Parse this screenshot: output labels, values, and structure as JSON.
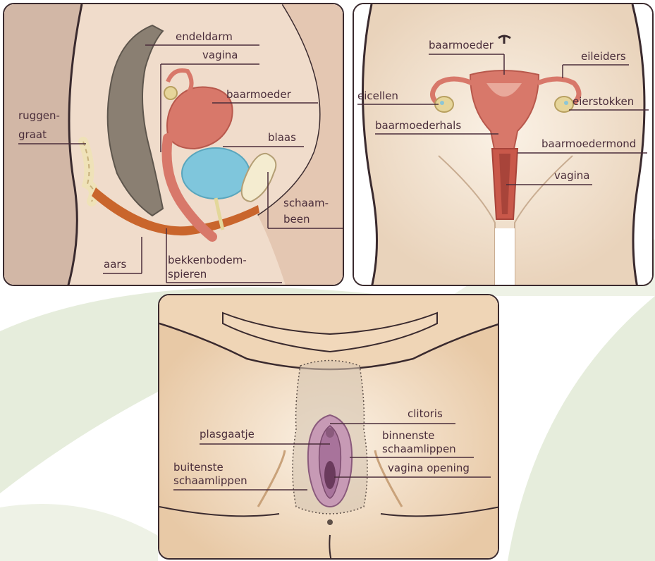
{
  "colors": {
    "leaf": "#e6eddc",
    "skin": "#e8c9a6",
    "skin_light": "#f6e7d4",
    "text": "#4a2d3a",
    "uterus": "#d8786a",
    "bladder": "#7fc6dc",
    "rectum": "#8a7f72",
    "muscle": "#c9652c",
    "labia": "#b37fa4"
  },
  "side_view": {
    "labels": {
      "endeldarm": "endeldarm",
      "vagina": "vagina",
      "baarmoeder": "baarmoeder",
      "ruggengraat_1": "ruggen-",
      "ruggengraat_2": "graat",
      "blaas": "blaas",
      "schaambeen_1": "schaam-",
      "schaambeen_2": "been",
      "aars": "aars",
      "bekkenbodem_1": "bekkenbodem-",
      "bekkenbodem_2": "spieren"
    }
  },
  "front_view": {
    "labels": {
      "baarmoeder": "baarmoeder",
      "eileiders": "eileiders",
      "eicellen": "eicellen",
      "eierstokken": "eierstokken",
      "baarmoederhals": "baarmoederhals",
      "baarmoedermond": "baarmoedermond",
      "vagina": "vagina"
    }
  },
  "vulva_view": {
    "labels": {
      "clitoris": "clitoris",
      "plasgaatje": "plasgaatje",
      "binnenste_1": "binnenste",
      "binnenste_2": "schaamlippen",
      "buitenste_1": "buitenste",
      "buitenste_2": "schaamlippen",
      "vagina_opening": "vagina opening"
    }
  }
}
